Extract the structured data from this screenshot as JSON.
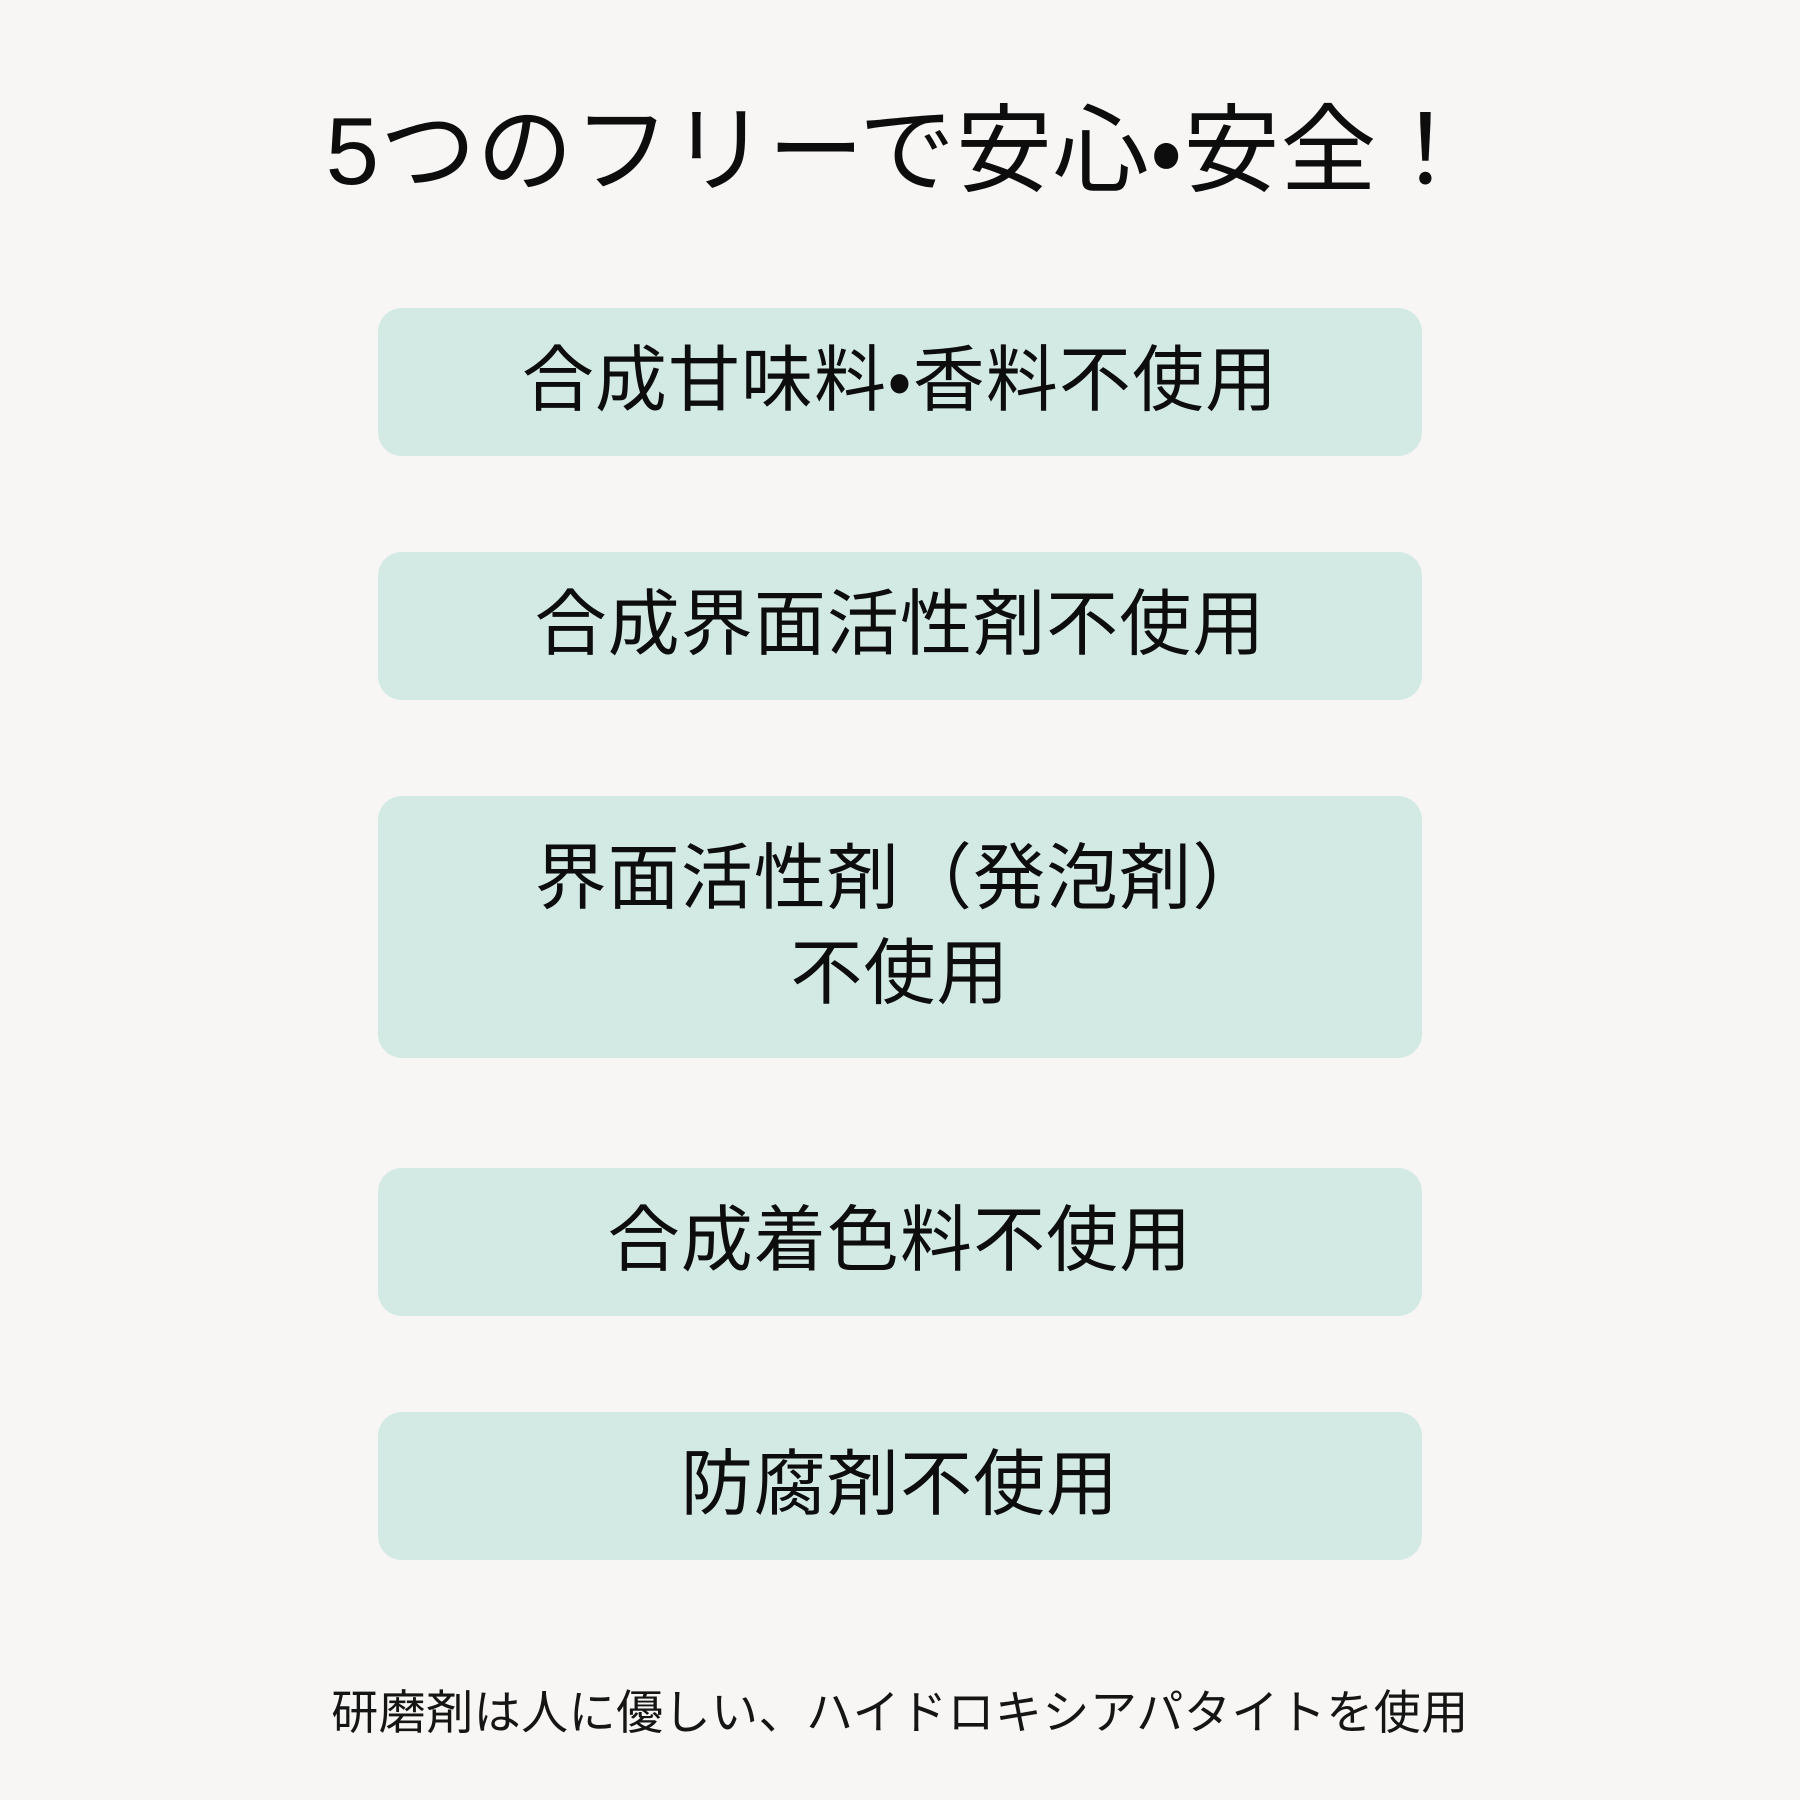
{
  "page": {
    "background_color": "#f7f6f4",
    "pill_color": "#d2e9e4",
    "text_color": "#0d0d0d"
  },
  "headline": "5つのフリーで安心・安全！",
  "features": [
    {
      "id": "no-synthetic-sweetener-fragrance",
      "line1": "合成甘味料・香料不使用",
      "line2": ""
    },
    {
      "id": "no-synthetic-surfactant",
      "line1": "合成界面活性剤不使用",
      "line2": ""
    },
    {
      "id": "no-surfactant-foaming-agent",
      "line1": "界面活性剤（発泡剤）",
      "line2": "不使用"
    },
    {
      "id": "no-synthetic-colorant",
      "line1": "合成着色料不使用",
      "line2": ""
    },
    {
      "id": "no-preservative",
      "line1": "防腐剤不使用",
      "line2": ""
    }
  ],
  "footnote": "研磨剤は人に優しい、ハイドロキシアパタイトを使用"
}
